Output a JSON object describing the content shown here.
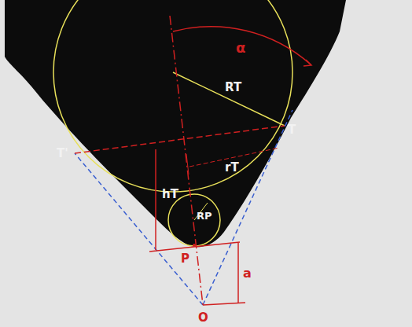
{
  "diagram": {
    "labels": [
      "α",
      "RT",
      "T",
      "T'",
      "rT",
      "hT",
      "RP",
      "P",
      "a",
      "O"
    ]
  }
}
